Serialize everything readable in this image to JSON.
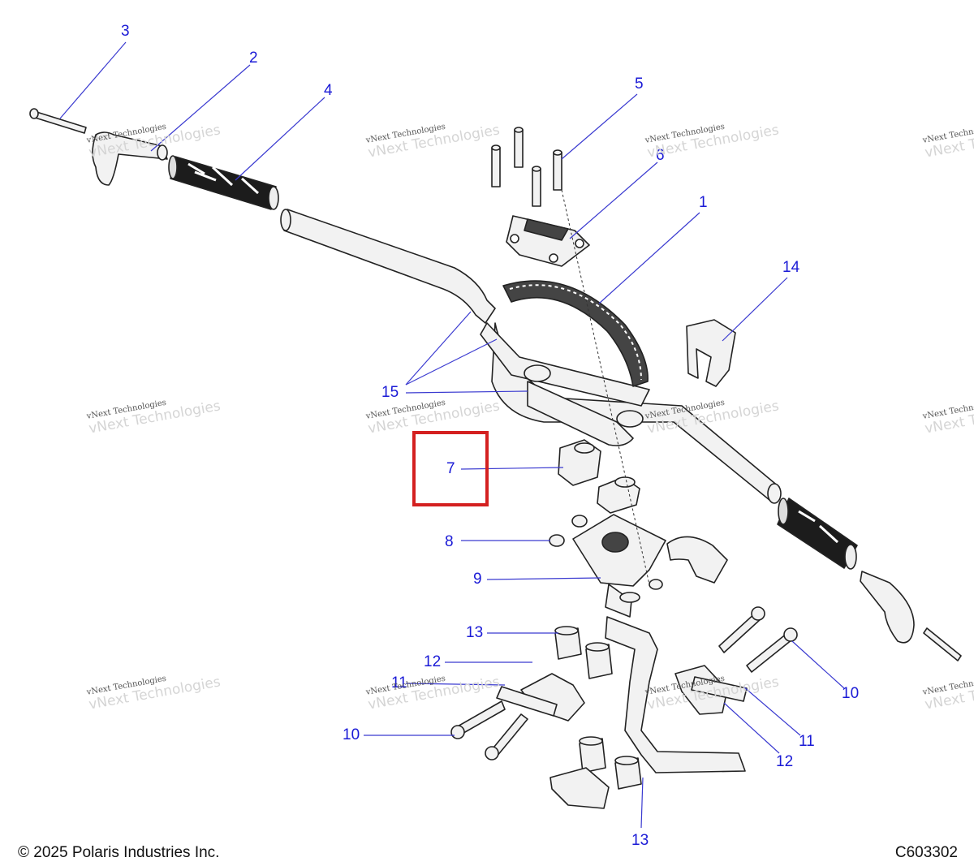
{
  "callouts": {
    "c1": "1",
    "c2": "2",
    "c3": "3",
    "c4": "4",
    "c5": "5",
    "c6": "6",
    "c7": "7",
    "c8": "8",
    "c9": "9",
    "c10a": "10",
    "c10b": "10",
    "c11a": "11",
    "c11b": "11",
    "c12a": "12",
    "c12b": "12",
    "c13a": "13",
    "c13b": "13",
    "c14": "14",
    "c15": "15"
  },
  "watermark": {
    "line1": "vNext Technologies",
    "line2": "vNext Technologies"
  },
  "footer": {
    "copyright": "© 2025 Polaris Industries Inc.",
    "code": "C603302"
  },
  "colors": {
    "callout": "#1a1ad6",
    "line": "#3a3ad0",
    "highlight": "#d42020"
  }
}
